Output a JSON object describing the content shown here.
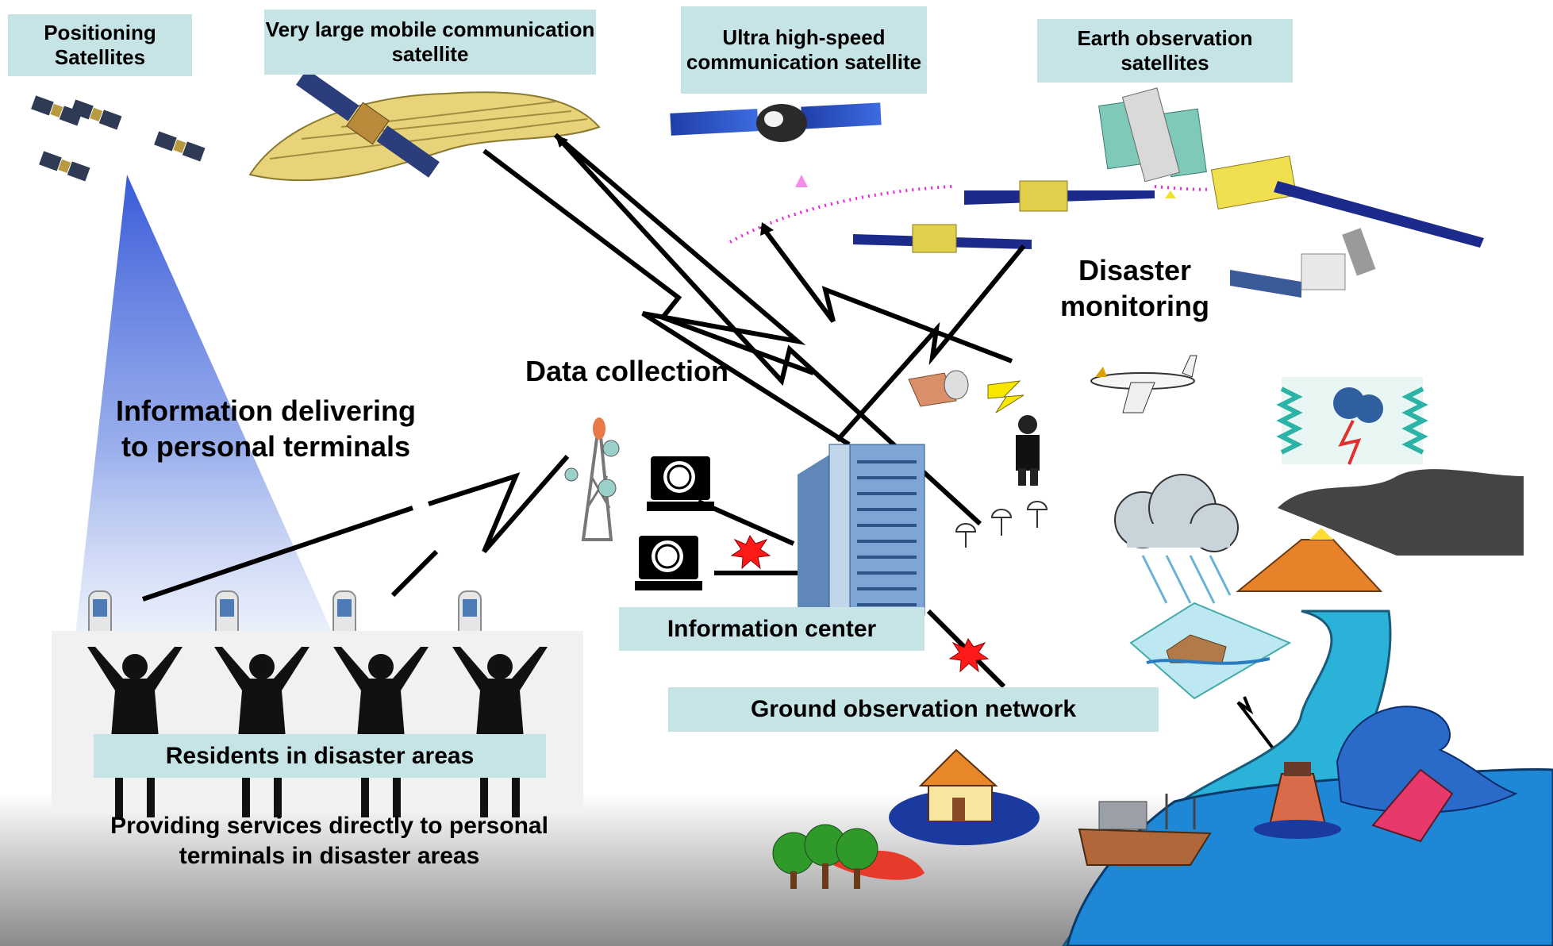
{
  "diagram": {
    "satellite_labels": {
      "positioning": "Positioning Satellites",
      "mobile": "Very large mobile communication satellite",
      "ultra": "Ultra high-speed communication satellite",
      "earth_obs": "Earth observation satellites"
    },
    "flow_labels": {
      "disaster_monitoring": "Disaster monitoring",
      "data_collection": "Data collection",
      "info_delivery": "Information delivering to personal terminals"
    },
    "node_labels": {
      "info_center": "Information center",
      "ground_network": "Ground observation network",
      "residents": "Residents in disaster areas"
    },
    "footer": "Providing services directly to personal terminals in disaster areas"
  },
  "icons": [
    "positioning-satellite-icon",
    "mobile-satellite-icon",
    "communication-satellite-icon",
    "observation-satellite-icon",
    "cellphone-icon",
    "resident-silhouette-icon",
    "relay-tower-icon",
    "computer-terminal-icon",
    "building-icon",
    "airplane-icon",
    "field-person-icon",
    "sensor-icon",
    "storm-icon",
    "rain-cloud-icon",
    "volcano-icon",
    "flood-icon",
    "river-icon",
    "house-icon",
    "forest-fire-icon",
    "ship-icon",
    "tsunami-icon",
    "lighthouse-icon",
    "alert-burst-icon"
  ],
  "colors": {
    "label_box": "#c6e3e6",
    "beam": "#3f63d8",
    "orbit": "#ee22dd",
    "river": "#2ab2d8",
    "sea": "#1f88d6",
    "alert": "#ff1a1a"
  }
}
